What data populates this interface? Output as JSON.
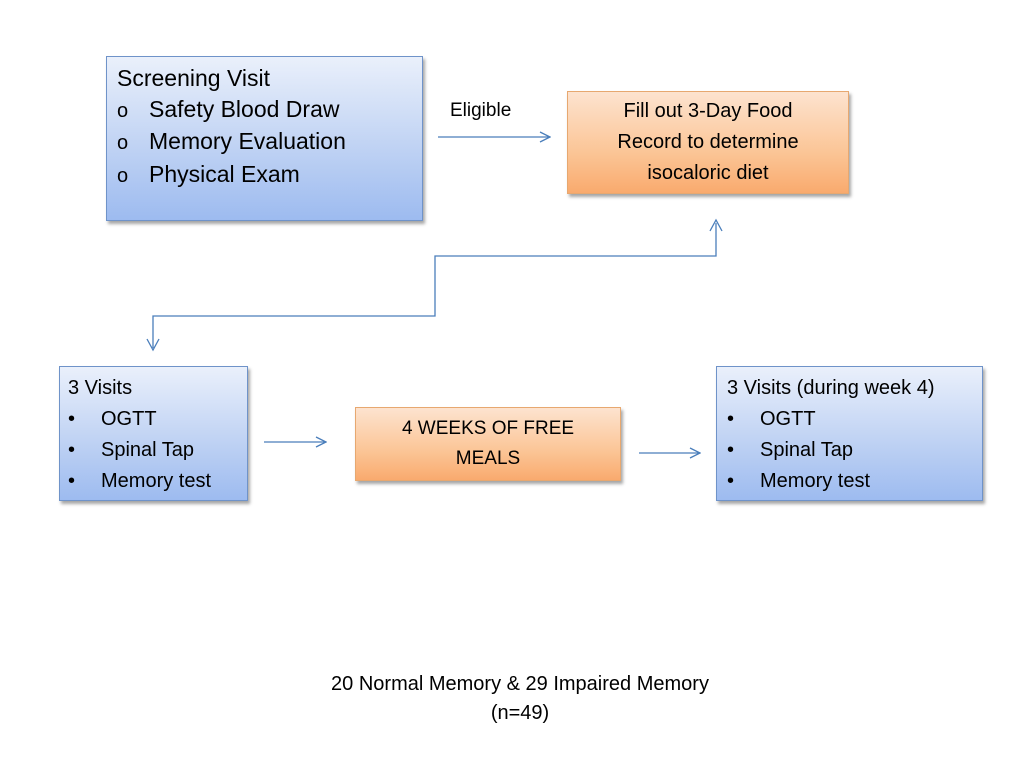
{
  "screening": {
    "title": "Screening Visit",
    "bullet": "o",
    "items": [
      "Safety Blood Draw",
      "Memory Evaluation",
      "Physical Exam"
    ]
  },
  "eligible_label": "Eligible",
  "food_record": {
    "line1": "Fill out 3-Day Food",
    "line2": "Record to determine",
    "line3": "isocaloric diet"
  },
  "visits_before": {
    "title": "3 Visits",
    "bullet": "•",
    "items": [
      "OGTT",
      "Spinal Tap",
      "Memory test"
    ]
  },
  "free_meals": {
    "line1": "4 WEEKS OF FREE",
    "line2": "MEALS"
  },
  "visits_after": {
    "title": "3 Visits (during week 4)",
    "bullet": "•",
    "items": [
      "OGTT",
      "Spinal Tap",
      "Memory test"
    ]
  },
  "footer": {
    "line1": "20 Normal Memory & 29 Impaired Memory",
    "line2": "(n=49)"
  },
  "colors": {
    "arrow": "#4a7ebb",
    "blue_box": "#a9c3f0",
    "orange_box": "#fbbf8e"
  }
}
